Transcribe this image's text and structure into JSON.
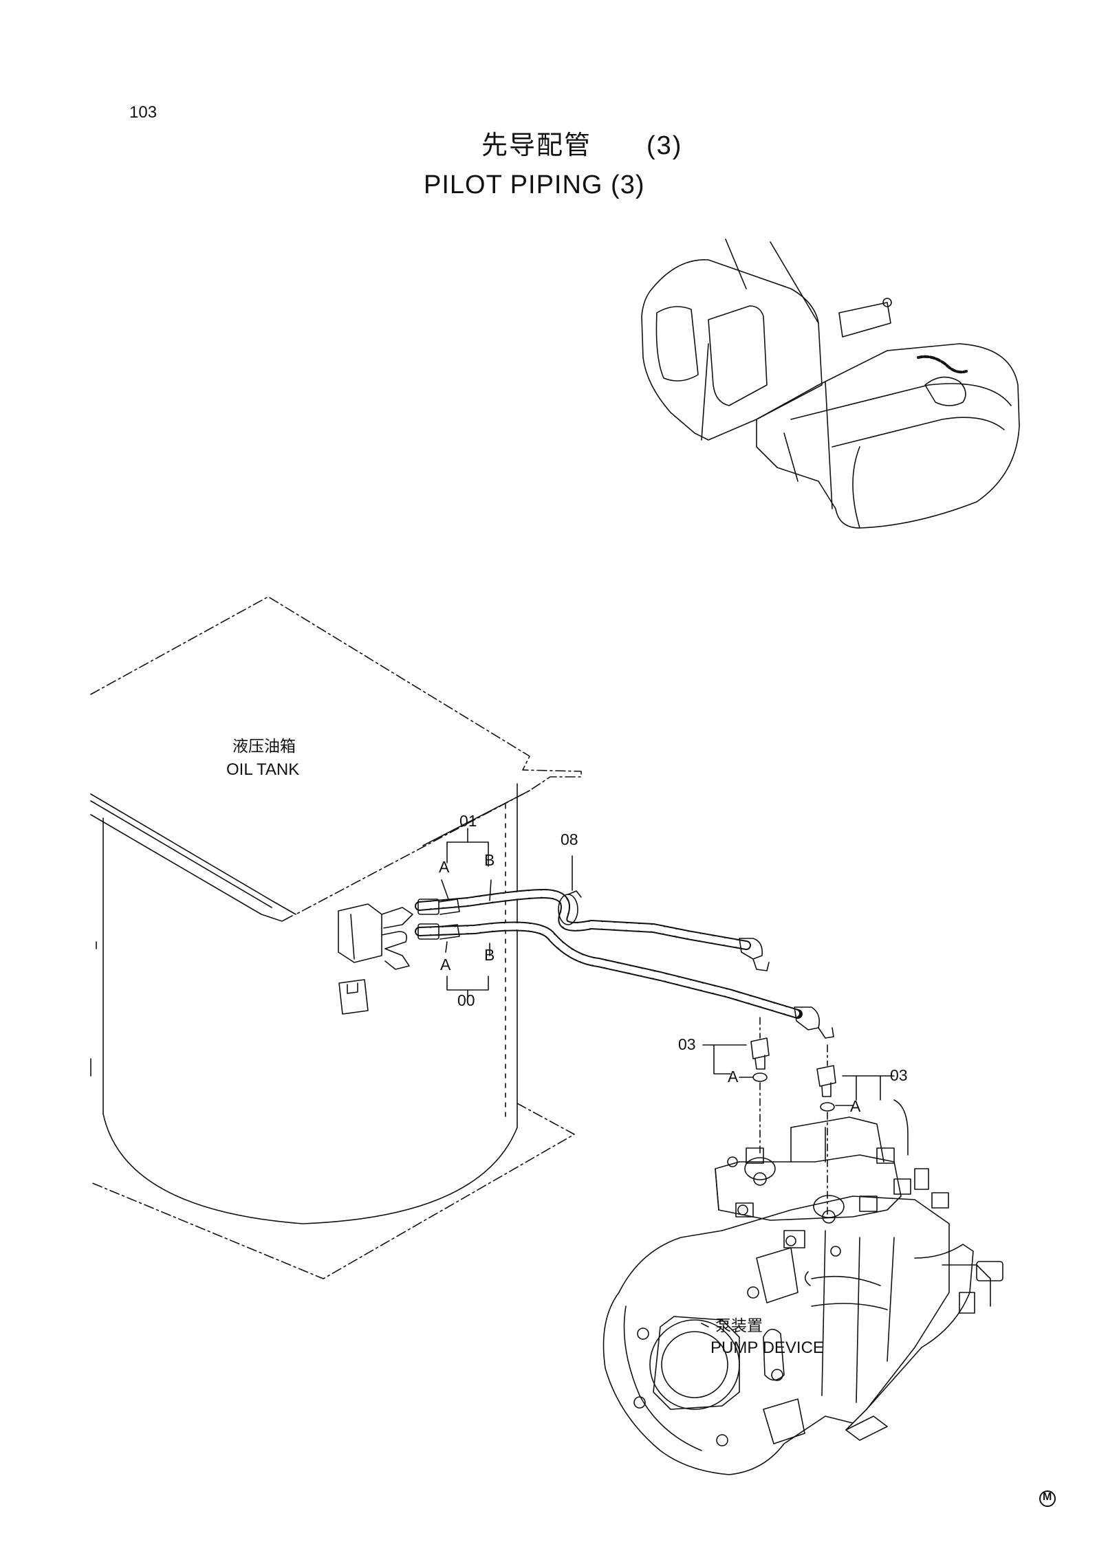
{
  "page_number": "103",
  "title": {
    "chinese": "先导配管　　(3)",
    "english": "PILOT PIPING (3)"
  },
  "labels": {
    "oil_tank_cn": "液压油箱",
    "oil_tank_en": "OIL TANK",
    "pump_device_cn": "泵装置",
    "pump_device_en": "PUMP DEVICE"
  },
  "callouts": {
    "part_01": "01",
    "part_00": "00",
    "part_08": "08",
    "part_03_left": "03",
    "part_03_right": "03",
    "port_a_top": "A",
    "port_b_top": "B",
    "port_a_bottom": "A",
    "port_b_bottom": "B",
    "connection_a_left": "A",
    "connection_a_right": "A"
  },
  "mark": "M"
}
